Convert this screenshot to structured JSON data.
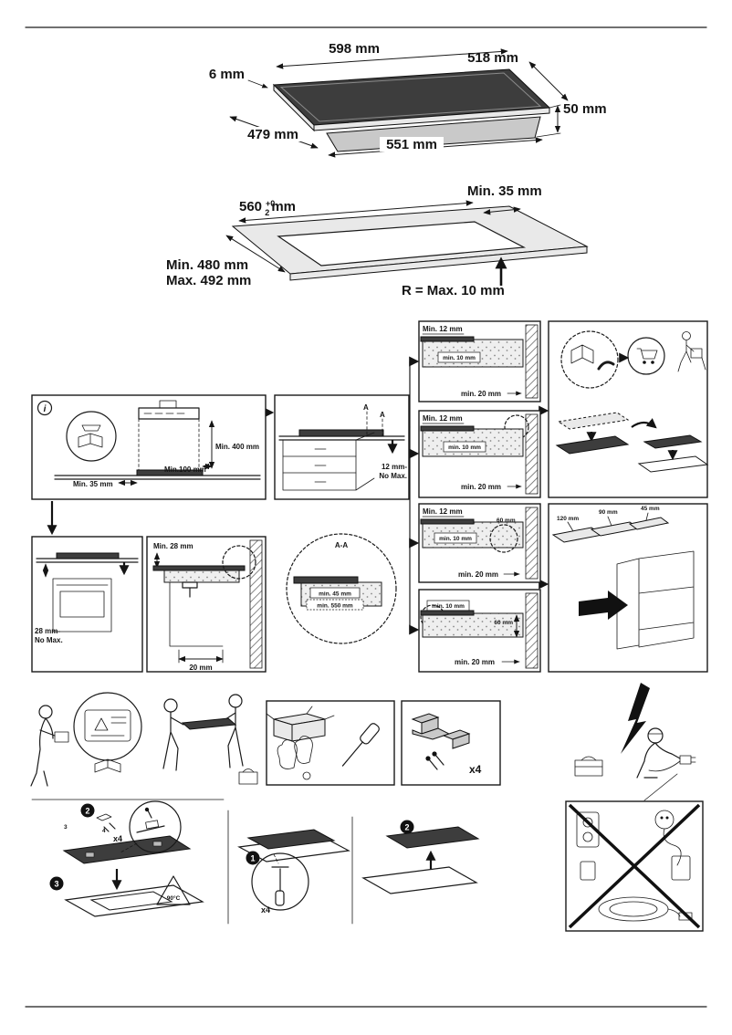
{
  "hob": {
    "top_width": "598 mm",
    "right_depth": "518 mm",
    "glass_thickness": "6 mm",
    "body_height": "50 mm",
    "left_depth": "479 mm",
    "bottom_width": "551 mm"
  },
  "cutout": {
    "width_value": "560",
    "tol_upper": "+0",
    "tol_lower": "2",
    "unit": "mm",
    "rear_clearance": "Min. 35 mm",
    "depth_min": "Min. 480 mm",
    "depth_max": "Max. 492 mm",
    "radius_symbol": "R",
    "radius_text": "= Max. 10 mm"
  },
  "info": {
    "i": "i"
  },
  "hood": {
    "min_height": "Min. 400 mm",
    "min_width": "Min.100 mm",
    "min_front": "Min. 35 mm"
  },
  "cabinet": {
    "section_label_1": "A",
    "section_label_2": "A",
    "gap_line1": "12 mm-",
    "gap_line2": "No Max."
  },
  "flush1": {
    "top": "Min. 12 mm",
    "inner": "min. 10 mm",
    "bottom": "min. 20 mm"
  },
  "flush2": {
    "top": "Min. 12 mm",
    "inner": "min. 10 mm",
    "bottom": "min. 20 mm"
  },
  "oven": {
    "gap_line1": "28 mm-",
    "gap_line2": "No Max."
  },
  "bracket": {
    "top": "Min. 28 mm",
    "bottom": "20 mm"
  },
  "aa": {
    "title": "A-A",
    "d1": "min. 45 mm",
    "d2": "min. 550 mm"
  },
  "flush3": {
    "top": "Min. 12 mm",
    "inner": "min. 10 mm",
    "side": "60 mm",
    "bottom": "min. 20 mm"
  },
  "flush4": {
    "inner": "min. 10 mm",
    "side": "60 mm",
    "bottom": "min. 20 mm"
  },
  "shelf": {
    "d1": "120 mm",
    "d2": "90 mm",
    "d3": "45 mm"
  },
  "hardware": {
    "count": "x4"
  },
  "steps": {
    "left": {
      "badge2": "2",
      "badge3": "3",
      "count": "x4",
      "small3": "3",
      "small4": "4",
      "temp": "90°C"
    },
    "mid": {
      "badge1": "1",
      "count": "x4"
    },
    "lift": {
      "badge2": "2"
    }
  },
  "icons": [
    "info-icon",
    "manual-book-icon",
    "phone-icon",
    "shopping-cart-icon",
    "delivery-person-icon",
    "warning-label-icon",
    "gloves-icon",
    "screwdriver-icon",
    "bracket-icon",
    "lightning-icon",
    "toolbox-icon",
    "plug-icon",
    "socket-icon",
    "cable-coil-icon",
    "prohibited-cross-icon",
    "temperature-warning-icon",
    "hood-icon",
    "oven-icon"
  ]
}
